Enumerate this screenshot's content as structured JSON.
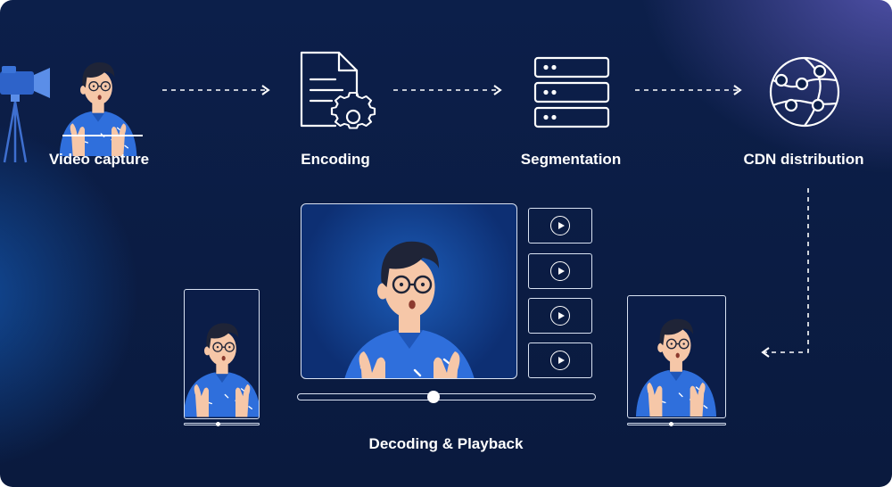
{
  "stages": {
    "capture_label": "Video capture",
    "encoding_label": "Encoding",
    "segmentation_label": "Segmentation",
    "cdn_label": "CDN distribution"
  },
  "playback": {
    "label": "Decoding & Playback",
    "thumbnail_count": 4
  },
  "colors": {
    "background_dark": "#0a1a3e",
    "shirt_blue": "#2f6fdc",
    "skin": "#f6c7a8",
    "hair": "#1f2437",
    "line_white": "#ffffff"
  },
  "icons": [
    "camera-icon",
    "document-gear-icon",
    "server-stack-icon",
    "network-globe-icon",
    "play-icon"
  ]
}
